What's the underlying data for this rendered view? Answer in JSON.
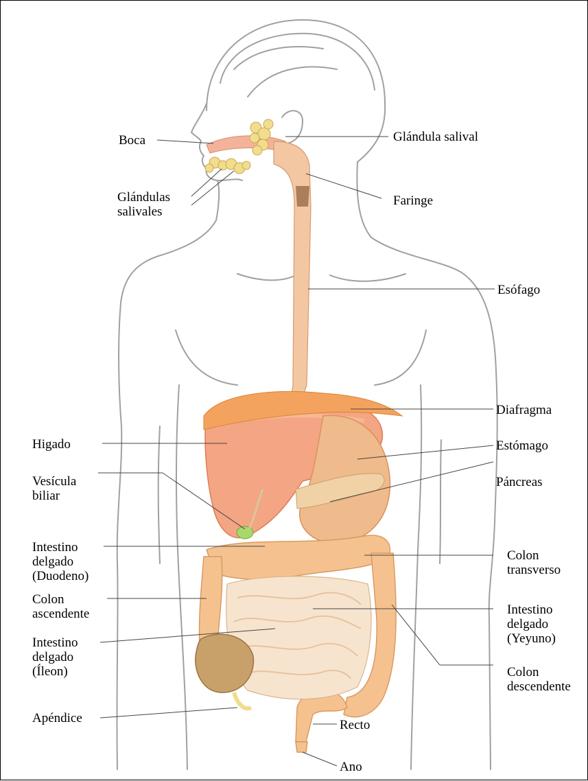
{
  "labels": {
    "boca": "Boca",
    "glandula_salival": "Glándula salival",
    "glandulas_salivales": "Glándulas\nsalivales",
    "faringe": "Faringe",
    "esofago": "Esófago",
    "diafragma": "Diafragma",
    "estomago": "Estómago",
    "higado": "Higado",
    "pancreas": "Páncreas",
    "vesicula_biliar": "Vesícula\nbiliar",
    "intestino_duodeno": "Intestino\ndelgado\n(Duodeno)",
    "colon_transverso": "Colon\ntransverso",
    "colon_ascendente": "Colon\nascendente",
    "intestino_yeyuno": "Intestino\ndelgado\n(Yeyuno)",
    "intestino_ileon": "Intestino\ndelgado\n(Íleon)",
    "colon_descendente": "Colon\ndescendente",
    "apendice": "Apéndice",
    "recto": "Recto",
    "ano": "Ano"
  },
  "colors": {
    "outline": "#9a9a9a",
    "esophagus": "#f3c7a2",
    "liver": "#f4a583",
    "stomach": "#efba8c",
    "colon": "#f5c28f",
    "small_intestine": "#f7e4cf",
    "diaphragm": "#f3a35e",
    "gallbladder": "#a8d86a",
    "appendix_cecum": "#c8a06a",
    "salivary": "#f2dc8e"
  }
}
